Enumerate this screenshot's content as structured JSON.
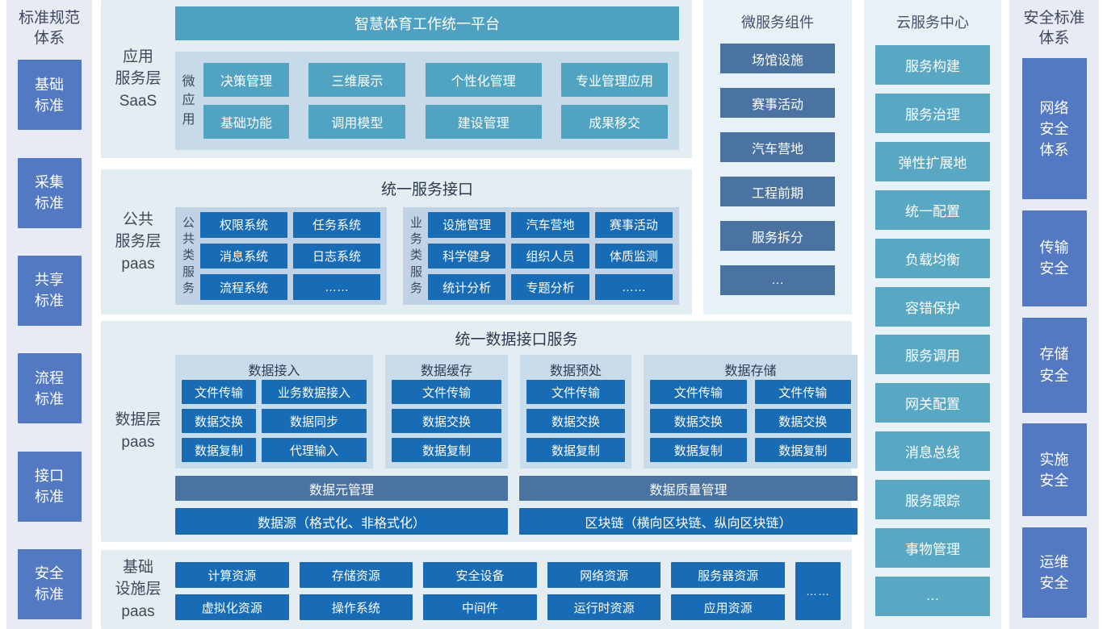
{
  "colors": {
    "teal": "#51a3c2",
    "bright_blue": "#186cb6",
    "slate_blue": "#4a73a2",
    "periwinkle_blue": "#5379c2",
    "panel_bg": "#e4edf2",
    "inner_panel_bg": "#c6daea",
    "sidebar_bg": "#e8ebf4"
  },
  "left_sidebar": {
    "title": "标准规范\n体系",
    "items": [
      "基础\n标准",
      "采集\n标准",
      "共享\n标准",
      "流程\n标准",
      "接口\n标准",
      "安全\n标准"
    ]
  },
  "saas_layer": {
    "label": "应用\n服务层\nSaaS",
    "platform_title": "智慧体育工作统一平台",
    "micro_app_label": "微应用",
    "apps": [
      "决策管理",
      "三维展示",
      "个性化管理",
      "专业管理应用",
      "基础功能",
      "调用模型",
      "建设管理",
      "成果移交"
    ]
  },
  "public_layer": {
    "label": "公共\n服务层\npaas",
    "title": "统一服务接口",
    "common": {
      "label": "公共类服务",
      "items": [
        "权限系统",
        "任务系统",
        "消息系统",
        "日志系统",
        "流程系统",
        "……"
      ]
    },
    "business": {
      "label": "业务类服务",
      "items": [
        "设施管理",
        "汽车营地",
        "赛事活动",
        "科学健身",
        "组织人员",
        "体质监测",
        "统计分析",
        "专题分析",
        "……"
      ]
    }
  },
  "data_layer": {
    "label": "数据层\npaas",
    "title": "统一数据接口服务",
    "groups": [
      {
        "title": "数据接入",
        "items": [
          "文件传输",
          "业务数据接入",
          "数据交换",
          "数据同步",
          "数据复制",
          "代理输入"
        ]
      },
      {
        "title": "数据缓存",
        "items": [
          "文件传输",
          "数据交换",
          "数据复制"
        ]
      },
      {
        "title": "数据预处",
        "items": [
          "文件传输",
          "数据交换",
          "数据复制"
        ]
      },
      {
        "title": "数据存储",
        "items": [
          "文件传输",
          "文件传输",
          "数据交换",
          "数据交换",
          "数据复制",
          "数据复制"
        ]
      }
    ],
    "bars": [
      "数据元管理",
      "数据质量管理"
    ],
    "wide_bars": [
      "数据源（格式化、非格式化）",
      "区块链（横向区块链、纵向区块链）"
    ]
  },
  "infra_layer": {
    "label": "基础\n设施层\npaas",
    "row1": [
      "计算资源",
      "存储资源",
      "安全设备",
      "网络资源",
      "服务器资源"
    ],
    "row2": [
      "虚拟化资源",
      "操作系统",
      "中间件",
      "运行时资源",
      "应用资源"
    ],
    "more": "……"
  },
  "microservices": {
    "title": "微服务组件",
    "items": [
      "场馆设施",
      "赛事活动",
      "汽车营地",
      "工程前期",
      "服务拆分",
      "…"
    ]
  },
  "cloud_center": {
    "title": "云服务中心",
    "items": [
      "服务构建",
      "服务治理",
      "弹性扩展地",
      "统一配置",
      "负载均衡",
      "容错保护",
      "服务调用",
      "网关配置",
      "消息总线",
      "服务跟踪",
      "事物管理",
      "…"
    ]
  },
  "right_sidebar": {
    "title": "安全标准\n体系",
    "items": [
      "网络\n安全\n体系",
      "传输\n安全",
      "存储\n安全",
      "实施\n安全",
      "运维\n安全"
    ]
  }
}
